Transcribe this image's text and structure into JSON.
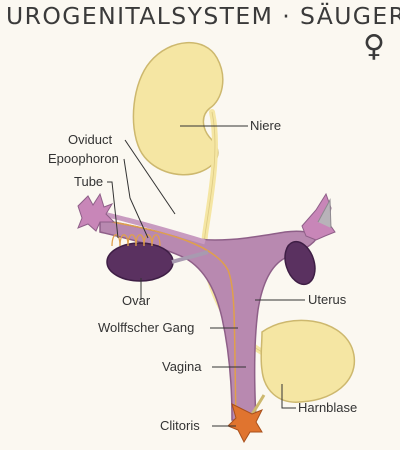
{
  "title": "UROGENITALSYSTEM · SÄUGER",
  "sex_symbol": "♀",
  "labels": {
    "niere": "Niere",
    "oviduct": "Oviduct",
    "epoophoron": "Epoophoron",
    "tube": "Tube",
    "ovar": "Ovar",
    "wolffscher_gang": "Wolffscher Gang",
    "vagina": "Vagina",
    "clitoris": "Clitoris",
    "uterus": "Uterus",
    "harnblase": "Harnblase"
  },
  "colors": {
    "kidney": "#f5e6a3",
    "uterus": "#b889b0",
    "ovary": "#5a3160",
    "bladder": "#f5e6a3",
    "clitoris": "#e0742f",
    "fimbria": "#c886b8"
  }
}
